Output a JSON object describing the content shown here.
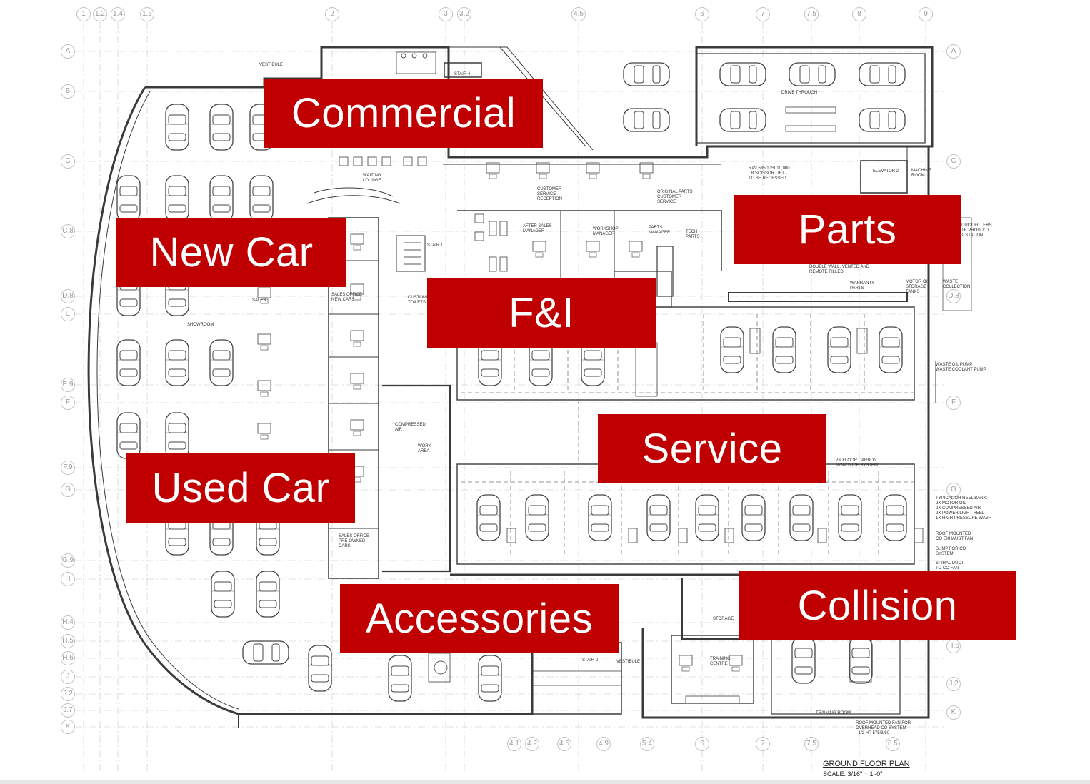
{
  "regions": [
    {
      "key": "commercial",
      "label": "Commercial"
    },
    {
      "key": "new-car",
      "label": "New Car"
    },
    {
      "key": "parts",
      "label": "Parts"
    },
    {
      "key": "fni",
      "label": "F&I"
    },
    {
      "key": "service",
      "label": "Service"
    },
    {
      "key": "used-car",
      "label": "Used Car"
    },
    {
      "key": "accessories",
      "label": "Accessories"
    },
    {
      "key": "collision",
      "label": "Collision"
    }
  ],
  "grid_top": [
    "1",
    "1.2",
    "1.4",
    "1.6",
    "2",
    "3",
    "3.2",
    "4.5",
    "6",
    "7",
    "7.5",
    "8",
    "9"
  ],
  "grid_bottom": [
    "4.1",
    "4.2",
    "4.5",
    "4.9",
    "5.4",
    "6",
    "7",
    "7.5",
    "8.5"
  ],
  "grid_left": [
    "A",
    "B",
    "C",
    "C.8",
    "D.8",
    "E",
    "E.9",
    "F",
    "F.9",
    "G",
    "G.9",
    "H",
    "H.4",
    "H.5",
    "H.6",
    "J",
    "J.2",
    "J.7",
    "K"
  ],
  "grid_right": [
    "A",
    "C",
    "D.8",
    "F",
    "G",
    "H.6",
    "J.2",
    "K"
  ],
  "room_notes": [
    "VESTIBULE",
    "WAITING\nLOUNGE",
    "CUSTOMER\nSERVICE\nRECEPTION",
    "ORIGINAL PARTS\nCUSTOMER\nSERVICE",
    "AFTER SALES\nMANAGER",
    "WORKSHOP\nMANAGER",
    "PARTS\nMANAGER",
    "TECH\nPARTS",
    "SHOWROOM",
    "SALES OFFICE\nNEW CARS",
    "CUSTOMER\nTOILETS",
    "STAIR 1",
    "STAIR 2",
    "COMPRESSED\nAIR",
    "WORK\nAREA",
    "DRIVE THROUGH",
    "ELEVATOR 2",
    "MACHINE\nROOM",
    "WASTE OIL PUMP\nWASTE COOLANT PUMP",
    "DOUBLE WALL, VENTED AND\nREMOTE FILLED.",
    "WARRANTY\nPARTS",
    "MOTOR OIL\nSTORAGE\nTANKS",
    "WASTE\nCOLLECTION",
    "TYPICAL OH REEL BANK:\n2x MOTOR OIL\n2x COMPRESSED AIR\n2x POWER/LIGHT REEL\n1x HIGH PRESSURE WASH",
    "ROOF MOUNTED\nCO EXHAUST FAN",
    "SUMP FOR CO\nSYSTEM",
    "SPIRAL DUCT\nTO CO FAN",
    "2N FLOOR CARBON\nMONOXIDE SYSTEM",
    "STORAGE",
    "TRAINING\nCENTRE",
    "TRAINING ROOM",
    "ROOF MOUNTED FAN FOR\nOVERHEAD CO SYSTEM\n- 1/2 HP 575/3/60",
    "SALES OFFICE\nPRE-OWNED\nCARS",
    "RAV 635.1 ISI 10,000\nLB SCISSOR LIFT -\nTO BE RECESSED",
    "DUCT FILLERS\nTE PRODUCT\nT STATION",
    "STAIR 4",
    "VESTIBULE",
    "SALES"
  ],
  "title_block": {
    "name": "GROUND FLOOR PLAN",
    "scale": "SCALE: 3/16\" = 1'-0\""
  },
  "colors": {
    "label_fill": "#c00000",
    "label_text": "#ffffff",
    "linework": "#3a3a3a",
    "grid": "#c4c4c4"
  }
}
